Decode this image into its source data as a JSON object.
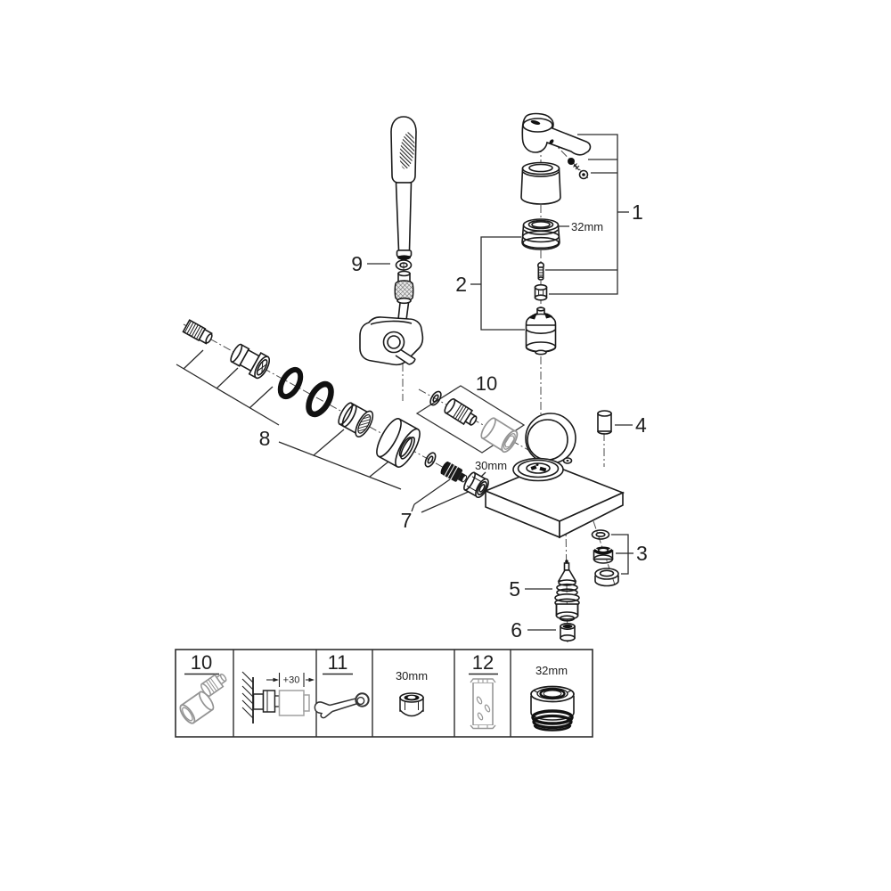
{
  "figure": {
    "type": "exploded-parts-diagram",
    "colors": {
      "line": "#1a1a1a",
      "black_fill": "#111111",
      "gray_part": "#949494",
      "background": "#ffffff"
    },
    "callouts": {
      "c1": "1",
      "c2": "2",
      "c3": "3",
      "c4": "4",
      "c5": "5",
      "c6": "6",
      "c7": "7",
      "c8": "8",
      "c9": "9",
      "c10": "10"
    },
    "dimensions": {
      "cartridge_ring": "32mm",
      "check_valve_nut": "30mm"
    },
    "legend": {
      "cells": [
        {
          "id": "kit-10",
          "label": "10"
        },
        {
          "id": "install-extension",
          "dimension": "+30"
        },
        {
          "id": "tool-11",
          "label": "11"
        },
        {
          "id": "tool-30mm",
          "label": "30mm"
        },
        {
          "id": "part-12",
          "label": "12"
        },
        {
          "id": "part-32mm",
          "label": "32mm"
        }
      ]
    }
  }
}
